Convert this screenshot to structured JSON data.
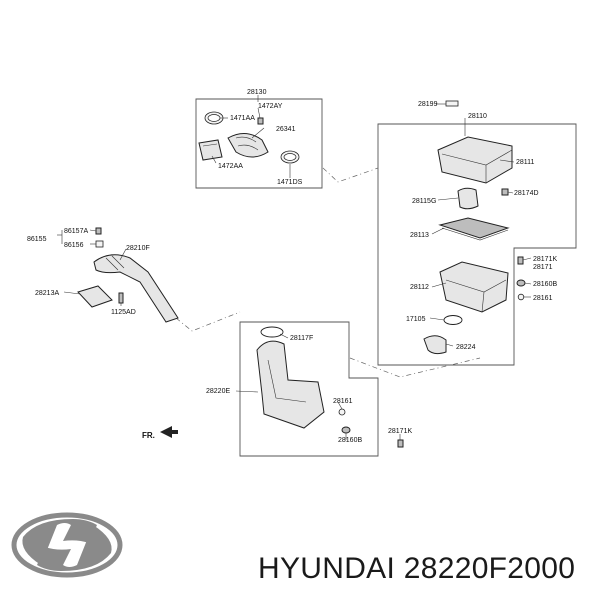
{
  "labels": {
    "p28130": "28130",
    "p1472AY": "1472AY",
    "p1471AA": "1471AA",
    "p26341": "26341",
    "p1472AA": "1472AA",
    "p1471DS": "1471DS",
    "p28199": "28199",
    "p28110": "28110",
    "p28111": "28111",
    "p28115G": "28115G",
    "p28174D": "28174D",
    "p28113": "28113",
    "p28171K_top": "28171K",
    "p28171": "28171",
    "p28112": "28112",
    "p28160B_right": "28160B",
    "p28161_right": "28161",
    "p17105": "17105",
    "p28224": "28224",
    "p86157A": "86157A",
    "p86155": "86155",
    "p86156": "86156",
    "p28210F": "28210F",
    "p28213A": "28213A",
    "p1125AD": "1125AD",
    "p28117F": "28117F",
    "p28220E": "28220E",
    "p28161_bottom": "28161",
    "p28160B_bottom": "28160B",
    "p28171K_bottom": "28171K",
    "pFR": "FR."
  },
  "caption": "HYUNDAI 28220F2000",
  "logo": {
    "name": "hyundai-logo",
    "color": "#8a8a8a"
  }
}
